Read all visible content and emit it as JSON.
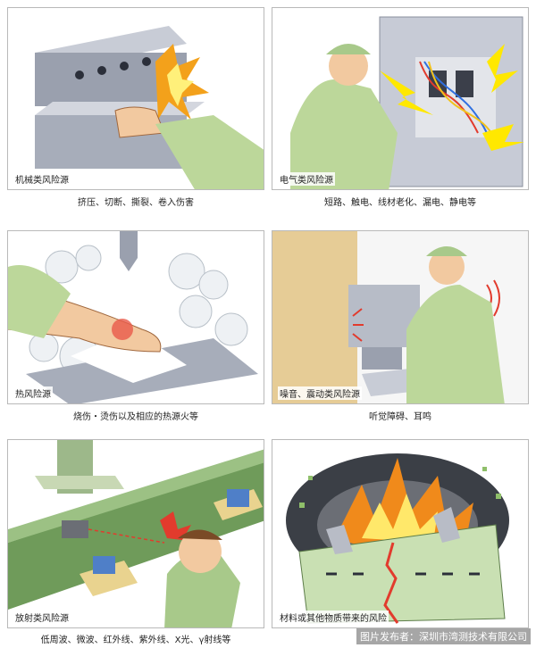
{
  "panels": [
    {
      "label": "机械类风险源",
      "caption": "挤压、切断、撕裂、卷入伤害"
    },
    {
      "label": "电气类风险源",
      "caption": "短路、触电、线材老化、漏电、静电等"
    },
    {
      "label": "热风险源",
      "caption": "烧伤・烫伤以及相应的热源火等"
    },
    {
      "label": "噪音、震动类风险源",
      "caption": "听觉障碍、耳鸣"
    },
    {
      "label": "放射类风险源",
      "caption": "低周波、微波、红外线、紫外线、X光、γ射线等"
    },
    {
      "label": "材料或其他物质带来的风险",
      "caption": "深圳市湾测技术有限公司"
    }
  ],
  "credit": "图片发布者：深圳市湾测技术有限公司"
}
